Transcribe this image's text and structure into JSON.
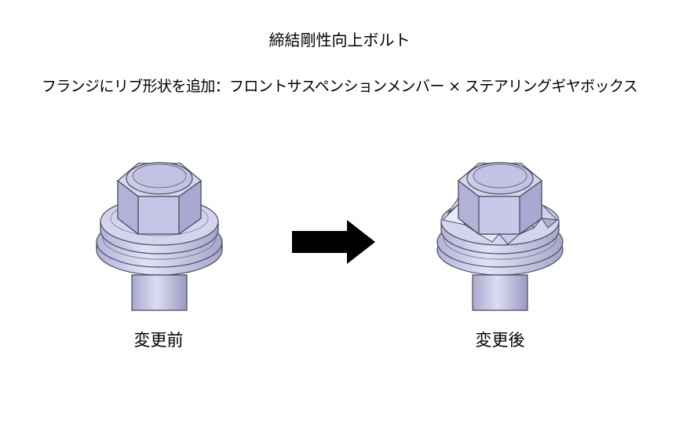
{
  "title": "締結剛性向上ボルト",
  "subtitle": "フランジにリブ形状を追加：フロントサスペンションメンバー × ステアリングギヤボックス",
  "before": {
    "caption": "変更前"
  },
  "after": {
    "caption": "変更後"
  },
  "colors": {
    "bolt_fill": "#c9c9ea",
    "bolt_light": "#e4e4f6",
    "bolt_dark": "#9f9fc6",
    "outline": "#4a4a5c",
    "arrow": "#000000",
    "background": "#ffffff"
  }
}
